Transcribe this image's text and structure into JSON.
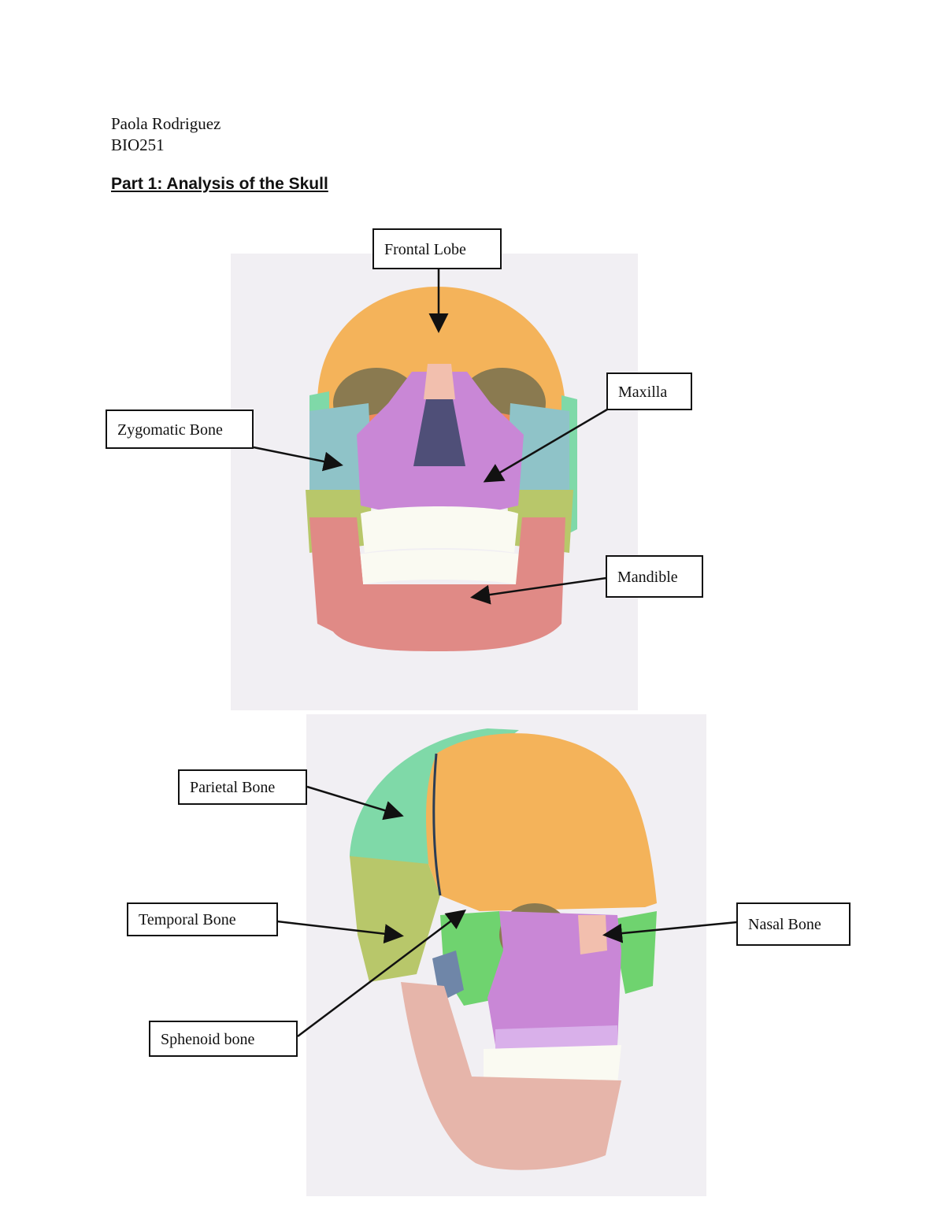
{
  "header": {
    "name": "Paola Rodriguez",
    "course": "BIO251",
    "part_title": "Part 1:  Analysis of the Skull"
  },
  "figure1": {
    "labels": {
      "frontal": "Frontal Lobe",
      "maxilla": "Maxilla",
      "zygomatic": "Zygomatic Bone",
      "mandible": "Mandible"
    }
  },
  "figure2": {
    "labels": {
      "parietal": "Parietal Bone",
      "temporal": "Temporal Bone",
      "sphenoid": "Sphenoid bone",
      "nasal": "Nasal Bone"
    }
  },
  "colors": {
    "frontal": "#f4b35a",
    "maxilla": "#c987d6",
    "zygomatic": "#8fc3c8",
    "mandible": "#e08a86",
    "parietal": "#7fd9a8",
    "temporal": "#b8c76a",
    "sphenoid": "#f08a5a",
    "nasal": "#f2bfae",
    "teeth": "#fafaf2",
    "background": "#f1eff3"
  }
}
